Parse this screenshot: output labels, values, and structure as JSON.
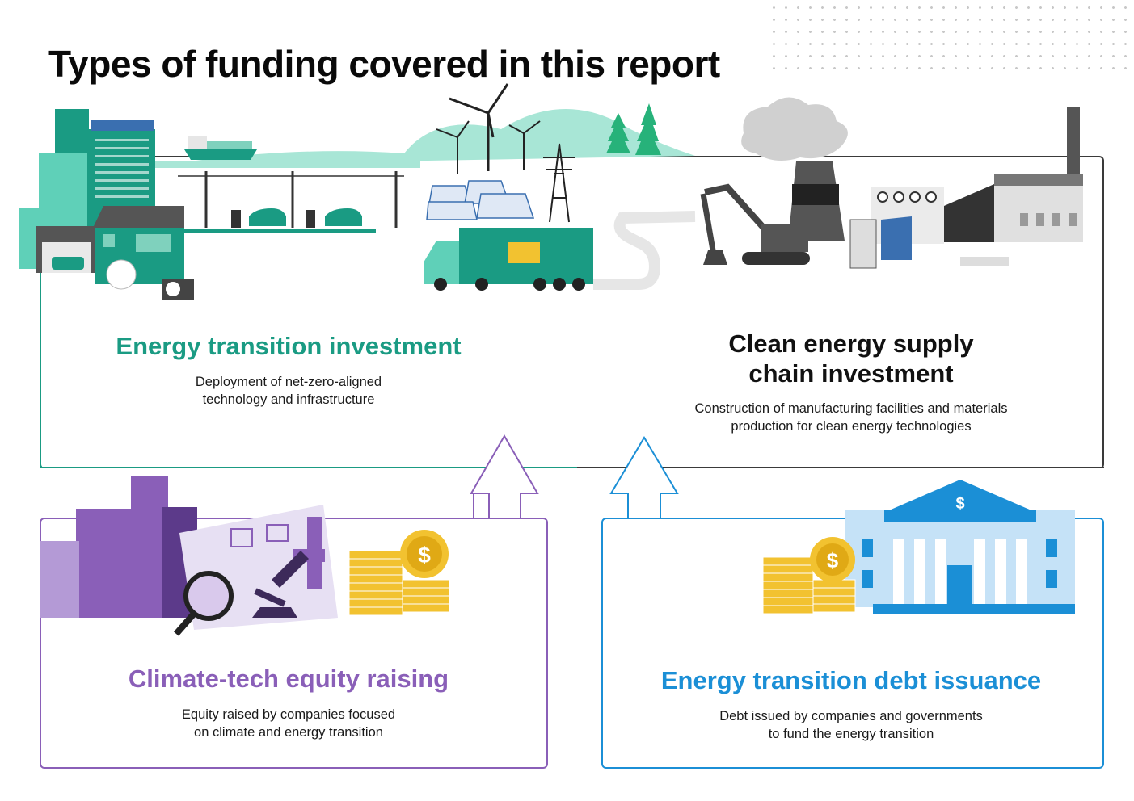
{
  "title": "Types of funding covered in this report",
  "sections": {
    "energy_transition_investment": {
      "title": "Energy transition investment",
      "desc_line1": "Deployment of net-zero-aligned",
      "desc_line2": "technology and infrastructure",
      "color": "#1a9b83"
    },
    "clean_energy_supply_chain": {
      "title_line1": "Clean energy supply",
      "title_line2": "chain investment",
      "desc_line1": "Construction of manufacturing facilities and materials",
      "desc_line2": "production for clean energy technologies",
      "color": "#111111"
    },
    "climate_tech_equity": {
      "title": "Climate-tech equity raising",
      "desc_line1": "Equity raised by companies focused",
      "desc_line2": "on climate and energy transition",
      "color": "#8a5fb8"
    },
    "debt_issuance": {
      "title": "Energy transition debt issuance",
      "desc_line1": "Debt issued by companies and governments",
      "desc_line2": "to fund the energy transition",
      "color": "#1b8fd6"
    }
  },
  "icons": {
    "coin_symbol": "$",
    "bank_symbol": "$"
  },
  "colors": {
    "green": "#1a9b83",
    "mint": "#a8e6d6",
    "purple": "#8a5fb8",
    "blue": "#1b8fd6",
    "gold": "#f2c230",
    "dark": "#3a3a3a"
  }
}
